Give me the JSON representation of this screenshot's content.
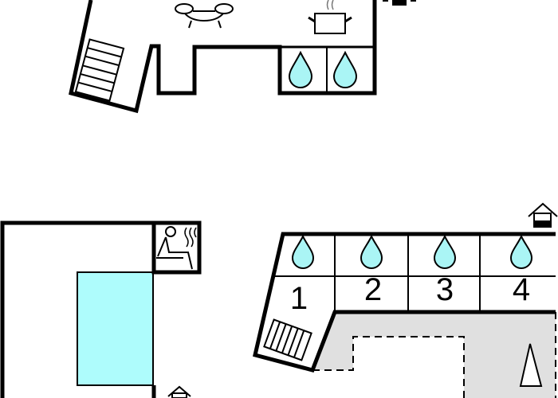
{
  "floorplan": {
    "colors": {
      "water": "#aaf5f5",
      "pool": "#aefcfc",
      "terrace": "#e0e0e0",
      "wall": "#000000"
    },
    "rooms": [
      {
        "label": "1"
      },
      {
        "label": "2"
      },
      {
        "label": "3"
      },
      {
        "label": "4"
      }
    ],
    "icons": [
      "sofa-icon",
      "cooking-pot-icon",
      "water-drop-icon",
      "stairs-icon",
      "sauna-icon",
      "pool",
      "entrance-house-icon",
      "north-arrow-icon"
    ]
  }
}
